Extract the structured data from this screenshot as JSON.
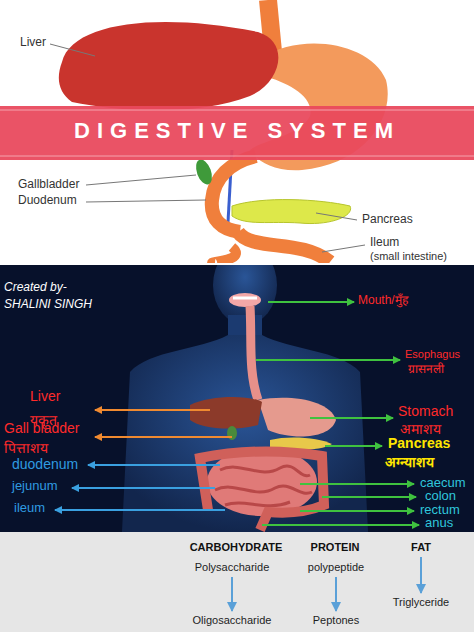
{
  "diagram": {
    "title": "DIGESTIVE SYSTEM",
    "nodes": [
      {
        "text": [
          "CARBOHYDRATE"
        ]
      },
      {
        "text": [
          "PROTEIN"
        ]
      },
      {
        "text": [
          "FAT"
        ]
      },
      {
        "text": [
          "Polysaccharide"
        ]
      },
      {
        "text": [
          "polypeptide"
        ]
      },
      {
        "text": [
          "Triglyceride"
        ]
      },
      {
        "text": [
          "Oligosaccharide"
        ]
      },
      {
        "text": [
          "Peptones"
        ]
      }
    ],
    "edges": [
      {
        "from": 3,
        "to": 6,
        "arrow": "to"
      },
      {
        "from": 4,
        "to": 7,
        "arrow": "to"
      },
      {
        "from": 2,
        "to": 5,
        "arrow": "to"
      }
    ],
    "labels": [
      "Liver",
      "Gallbladder",
      "Duodenum",
      "Pancreas",
      "Ileum",
      "(small intestine)",
      "Created by-",
      "SHALINI SINGH",
      "Mouth/मुँह",
      "Esophagus",
      "ग्रासनली",
      "Liver",
      "यकृत",
      "Stomach",
      "अमाशय",
      "Gall bladder",
      "पित्ताशय",
      "Pancreas",
      "अग्न्याशय",
      "duodenum",
      "caecum",
      "jejunum",
      "colon",
      "rectum",
      "ileum",
      "anus"
    ]
  }
}
